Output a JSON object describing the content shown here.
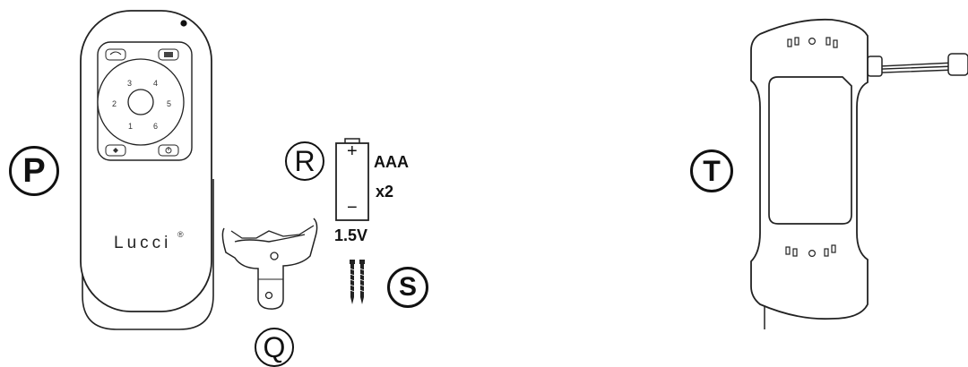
{
  "labels": {
    "P": "P",
    "Q": "Q",
    "R": "R",
    "S": "S",
    "T": "T"
  },
  "remote": {
    "brand": "Lucci",
    "brand_mark": "®",
    "keys": [
      "3",
      "4",
      "2",
      "5",
      "1",
      "6"
    ]
  },
  "battery": {
    "plus": "+",
    "minus": "−",
    "type": "AAA",
    "count": "x2",
    "voltage": "1.5V"
  }
}
